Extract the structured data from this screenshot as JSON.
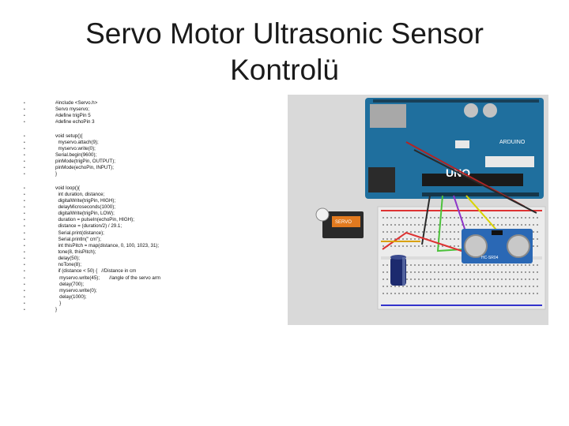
{
  "title_line1": "Servo Motor Ultrasonic Sensor",
  "title_line2": "Kontrolü",
  "code_block1": [
    "#include <Servo.h>",
    "Servo myservo;",
    "#define trigPin 5",
    "#define echoPin 3"
  ],
  "code_block2": [
    "void setup(){",
    "  myservo.attach(9);",
    "  myservo.write(0);",
    "Serial.begin(9600);",
    "pinMode(trigPin, OUTPUT);",
    "pinMode(echoPin, INPUT);",
    "}"
  ],
  "code_block3": [
    "void loop(){",
    "  int duration, distance;",
    "  digitalWrite(trigPin, HIGH);",
    "  delayMicroseconds(1000);",
    "  digitalWrite(trigPin, LOW);",
    "  duration = pulseIn(echoPin, HIGH);",
    "  distance = (duration/2) / 29.1;",
    "  Serial.print(distance);",
    "  Serial.println(\" cm\");",
    "  int thisPitch = map(distance, 0, 100, 1023, 31);",
    "  tone(8, thisPitch);",
    "  delay(50);",
    "  noTone(8);",
    "  if (distance < 50) {   //Distance in cm",
    "   myservo.write(45);       //angle of the servo arm",
    "   delay(700);",
    "   myservo.write(0);",
    "   delay(1000);",
    "   }",
    "}"
  ],
  "board": {
    "logo": "UNO",
    "brand": "ARDUINO"
  },
  "sensor_label": "HC-SR04",
  "servo_label": "SERVO",
  "colors": {
    "background": "#ffffff",
    "board": "#1f6f9e",
    "breadboard": "#ececec",
    "stage": "#d8d8d8"
  }
}
